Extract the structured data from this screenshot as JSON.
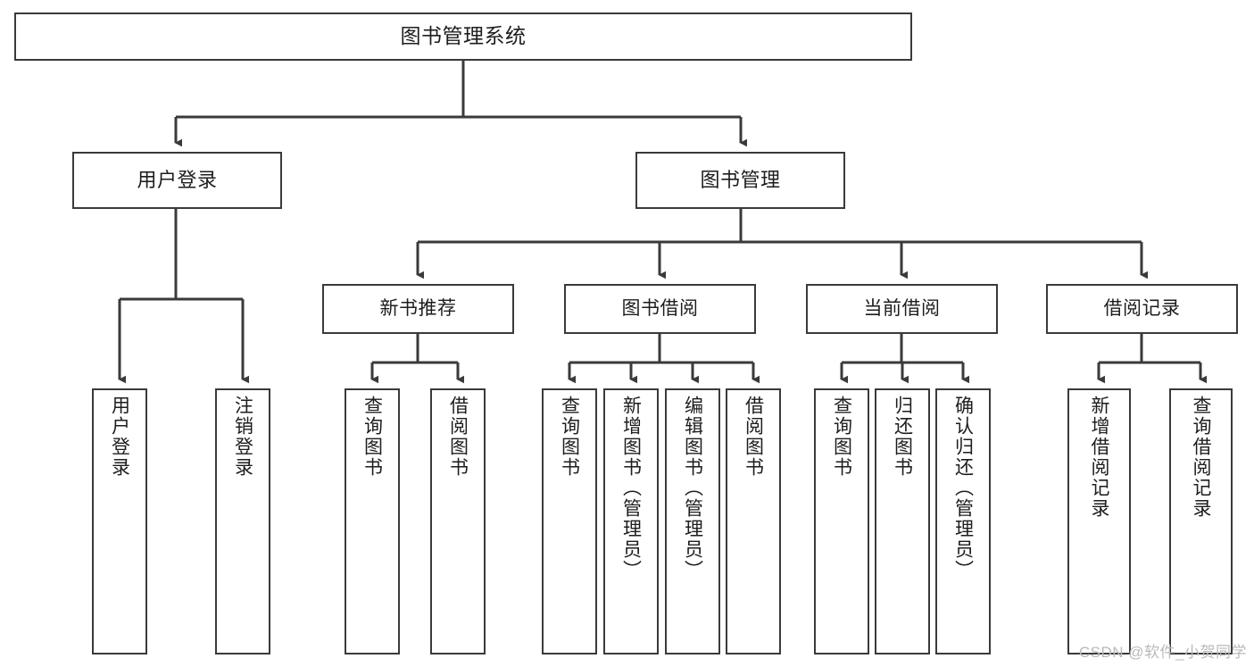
{
  "diagram": {
    "title": "图书管理系统",
    "type": "functional-structure-tree",
    "watermark": "CSDN @软件_小贺同学",
    "colors": {
      "stroke": "#3a3a3a",
      "fill": "#ffffff",
      "text": "#1d1d1d",
      "watermark": "#b9b9b9"
    },
    "nodes": {
      "root": {
        "label": "图书管理系统"
      },
      "level2": [
        {
          "id": "user-login",
          "label": "用户登录"
        },
        {
          "id": "book-manage",
          "label": "图书管理"
        }
      ],
      "level3": [
        {
          "id": "new-book-recommend",
          "label": "新书推荐"
        },
        {
          "id": "book-borrow",
          "label": "图书借阅"
        },
        {
          "id": "current-borrow",
          "label": "当前借阅"
        },
        {
          "id": "borrow-record",
          "label": "借阅记录"
        }
      ],
      "leaves": [
        {
          "id": "leaf-user-login",
          "label": "用户登录",
          "parent": "user-login"
        },
        {
          "id": "leaf-logout",
          "label": "注销登录",
          "parent": "user-login"
        },
        {
          "id": "leaf-query-book-1",
          "label": "查询图书",
          "parent": "new-book-recommend"
        },
        {
          "id": "leaf-borrow-book-1",
          "label": "借阅图书",
          "parent": "new-book-recommend"
        },
        {
          "id": "leaf-query-book-2",
          "label": "查询图书",
          "parent": "book-borrow"
        },
        {
          "id": "leaf-add-book",
          "label": "新增图书（管理员）",
          "parent": "book-borrow"
        },
        {
          "id": "leaf-edit-book",
          "label": "编辑图书（管理员）",
          "parent": "book-borrow"
        },
        {
          "id": "leaf-borrow-book-2",
          "label": "借阅图书",
          "parent": "book-borrow"
        },
        {
          "id": "leaf-query-book-3",
          "label": "查询图书",
          "parent": "current-borrow"
        },
        {
          "id": "leaf-return-book",
          "label": "归还图书",
          "parent": "current-borrow"
        },
        {
          "id": "leaf-confirm-return",
          "label": "确认归还（管理员）",
          "parent": "current-borrow"
        },
        {
          "id": "leaf-add-record",
          "label": "新增借阅记录",
          "parent": "borrow-record"
        },
        {
          "id": "leaf-query-record",
          "label": "查询借阅记录",
          "parent": "borrow-record"
        }
      ]
    }
  }
}
